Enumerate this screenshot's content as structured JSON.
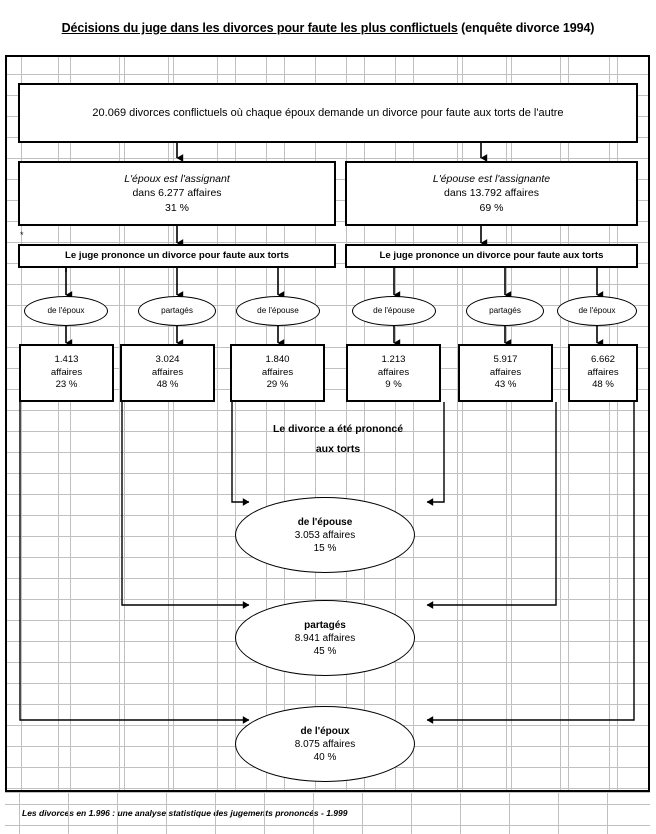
{
  "title": {
    "underlined_part": "Décisions du juge dans les divorces pour faute les plus conflictuels",
    "suffix": " (enquête divorce 1994)"
  },
  "footer": {
    "source_note": "Les divorces en 1.996 : une analyse statistique des jugements prononcés - 1.999"
  },
  "marker": {
    "asterisk": "*"
  },
  "total_node": {
    "text": "20.069 divorces conflictuels où chaque époux demande un divorce pour faute aux torts de l'autre"
  },
  "assignant_nodes": [
    {
      "id": "husband-plaintiff",
      "line1": "L'époux est l'assignant",
      "line2": "dans 6.277 affaires",
      "line3": "31 %"
    },
    {
      "id": "wife-plaintiff",
      "line1": "L'épouse est l'assignante",
      "line2": "dans 13.792 affaires",
      "line3": "69 %"
    }
  ],
  "judge_nodes": [
    {
      "id": "judge-left",
      "text": "Le juge prononce un divorce pour faute aux torts"
    },
    {
      "id": "judge-right",
      "text": "Le juge prononce un divorce pour faute aux torts"
    }
  ],
  "fault_ellipses": [
    {
      "id": "left-husband",
      "label": "de l'époux"
    },
    {
      "id": "left-shared",
      "label": "partagés"
    },
    {
      "id": "left-wife",
      "label": "de l'épouse"
    },
    {
      "id": "right-wife",
      "label": "de l'épouse"
    },
    {
      "id": "right-shared",
      "label": "partagés"
    },
    {
      "id": "right-husband",
      "label": "de l'époux"
    }
  ],
  "count_boxes": [
    {
      "id": "count-left-husband",
      "count": "1.413",
      "unit": "affaires",
      "percent": "23 %"
    },
    {
      "id": "count-left-shared",
      "count": "3.024",
      "unit": "affaires",
      "percent": "48 %"
    },
    {
      "id": "count-left-wife",
      "count": "1.840",
      "unit": "affaires",
      "percent": "29 %"
    },
    {
      "id": "count-right-wife",
      "count": "1.213",
      "unit": "affaires",
      "percent": "9 %"
    },
    {
      "id": "count-right-shared",
      "count": "5.917",
      "unit": "affaires",
      "percent": "43 %"
    },
    {
      "id": "count-right-husband",
      "count": "6.662",
      "unit": "affaires",
      "percent": "48 %"
    }
  ],
  "caption": {
    "line1": "Le divorce a été prononcé",
    "line2": "aux torts"
  },
  "result_ellipses": [
    {
      "id": "result-wife",
      "label": "de l'épouse",
      "count": "3.053 affaires",
      "percent": "15 %"
    },
    {
      "id": "result-shared",
      "label": "partagés",
      "count": "8.941 affaires",
      "percent": "45 %"
    },
    {
      "id": "result-husband",
      "label": "de l'époux",
      "count": "8.075 affaires",
      "percent": "40 %"
    }
  ],
  "chart_data": {
    "type": "diagram",
    "title": "Décisions du juge dans les divorces pour faute les plus conflictuels (enquête divorce 1994)",
    "root_total": 20069,
    "branches": [
      {
        "name": "L'époux est l'assignant",
        "cases": 6277,
        "share_pct": 31,
        "outcomes": [
          {
            "fault": "de l'époux",
            "cases": 1413,
            "pct": 23
          },
          {
            "fault": "partagés",
            "cases": 3024,
            "pct": 48
          },
          {
            "fault": "de l'épouse",
            "cases": 1840,
            "pct": 29
          }
        ]
      },
      {
        "name": "L'épouse est l'assignante",
        "cases": 13792,
        "share_pct": 69,
        "outcomes": [
          {
            "fault": "de l'épouse",
            "cases": 1213,
            "pct": 9
          },
          {
            "fault": "partagés",
            "cases": 5917,
            "pct": 43
          },
          {
            "fault": "de l'époux",
            "cases": 6662,
            "pct": 48
          }
        ]
      }
    ],
    "totals": [
      {
        "fault": "de l'épouse",
        "cases": 3053,
        "pct": 15
      },
      {
        "fault": "partagés",
        "cases": 8941,
        "pct": 45
      },
      {
        "fault": "de l'époux",
        "cases": 8075,
        "pct": 40
      }
    ]
  }
}
